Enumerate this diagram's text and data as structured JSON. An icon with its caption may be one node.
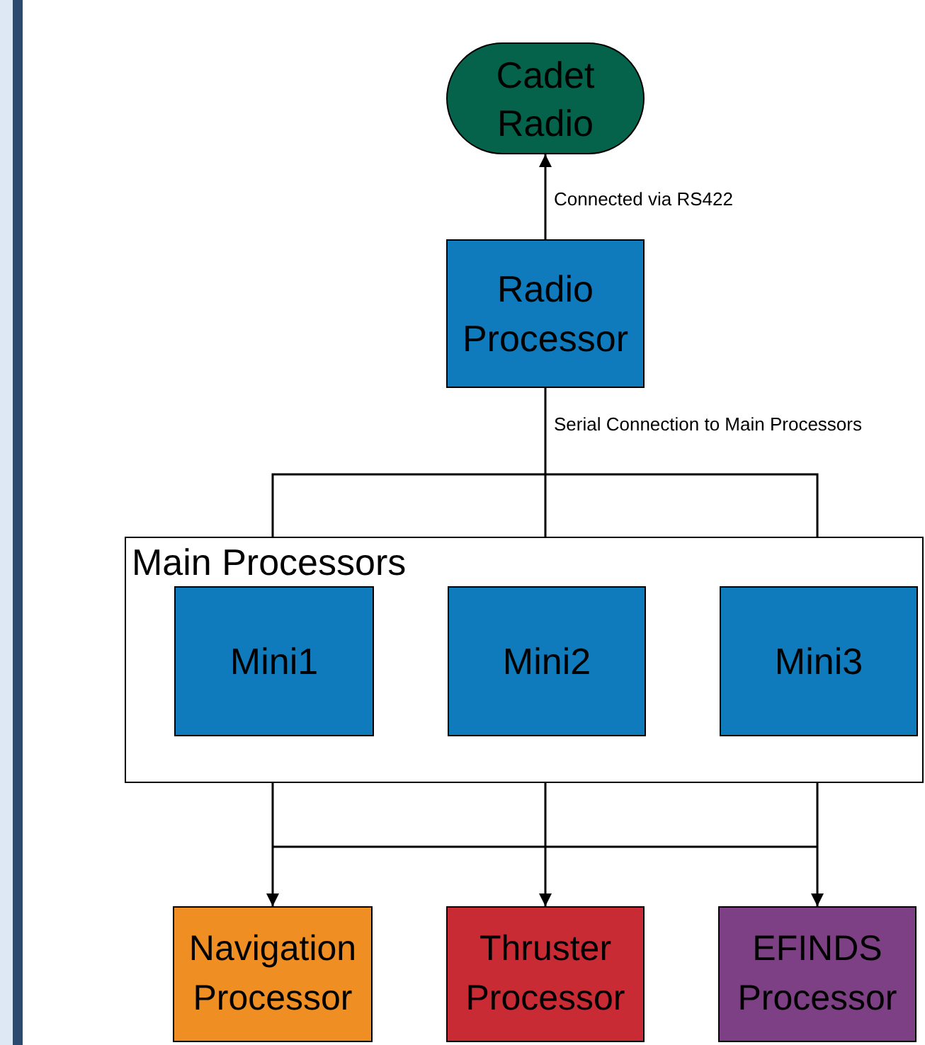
{
  "diagram": {
    "nodes": [
      {
        "text": [
          "Cadet Radio"
        ]
      },
      {
        "text": [
          "Radio Processor"
        ]
      },
      {
        "text": [
          "Main Processors"
        ]
      },
      {
        "text": [
          "Mini1"
        ],
        "in": 2
      },
      {
        "text": [
          "Mini2"
        ],
        "in": 2
      },
      {
        "text": [
          "Mini3"
        ],
        "in": 2
      },
      {
        "text": [
          "Navigation Processor"
        ]
      },
      {
        "text": [
          "Thruster Processor"
        ]
      },
      {
        "text": [
          "EFINDS Processor"
        ]
      }
    ],
    "edges": [
      {
        "from": 1,
        "to": 0,
        "arrow": "to",
        "label": "Connected via RS422"
      },
      {
        "from": 1,
        "to": 2,
        "arrow": "none",
        "label": "Serial Connection to Main Processors"
      },
      {
        "from": 2,
        "to": 6,
        "arrow": "to"
      },
      {
        "from": 2,
        "to": 7,
        "arrow": "to"
      },
      {
        "from": 2,
        "to": 8,
        "arrow": "to"
      }
    ]
  }
}
